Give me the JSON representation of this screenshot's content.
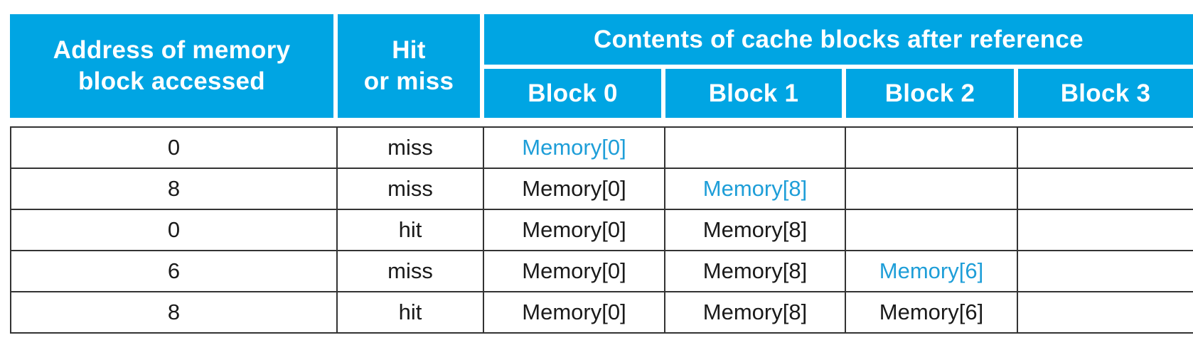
{
  "header": {
    "address_line1": "Address of memory",
    "address_line2": "block accessed",
    "hit_line1": "Hit",
    "hit_line2": "or miss",
    "contents": "Contents of cache blocks after reference",
    "blocks": [
      "Block 0",
      "Block 1",
      "Block 2",
      "Block 3"
    ]
  },
  "colors": {
    "header_bg": "#00a5e3",
    "header_text": "#ffffff",
    "new_entry": "#1e9ed8",
    "text": "#1a1a1a"
  },
  "rows": [
    {
      "address": "0",
      "result": "miss",
      "blocks": [
        "Memory[0]",
        "",
        "",
        ""
      ],
      "new_block": 0
    },
    {
      "address": "8",
      "result": "miss",
      "blocks": [
        "Memory[0]",
        "Memory[8]",
        "",
        ""
      ],
      "new_block": 1
    },
    {
      "address": "0",
      "result": "hit",
      "blocks": [
        "Memory[0]",
        "Memory[8]",
        "",
        ""
      ],
      "new_block": null
    },
    {
      "address": "6",
      "result": "miss",
      "blocks": [
        "Memory[0]",
        "Memory[8]",
        "Memory[6]",
        ""
      ],
      "new_block": 2
    },
    {
      "address": "8",
      "result": "hit",
      "blocks": [
        "Memory[0]",
        "Memory[8]",
        "Memory[6]",
        ""
      ],
      "new_block": null
    }
  ]
}
